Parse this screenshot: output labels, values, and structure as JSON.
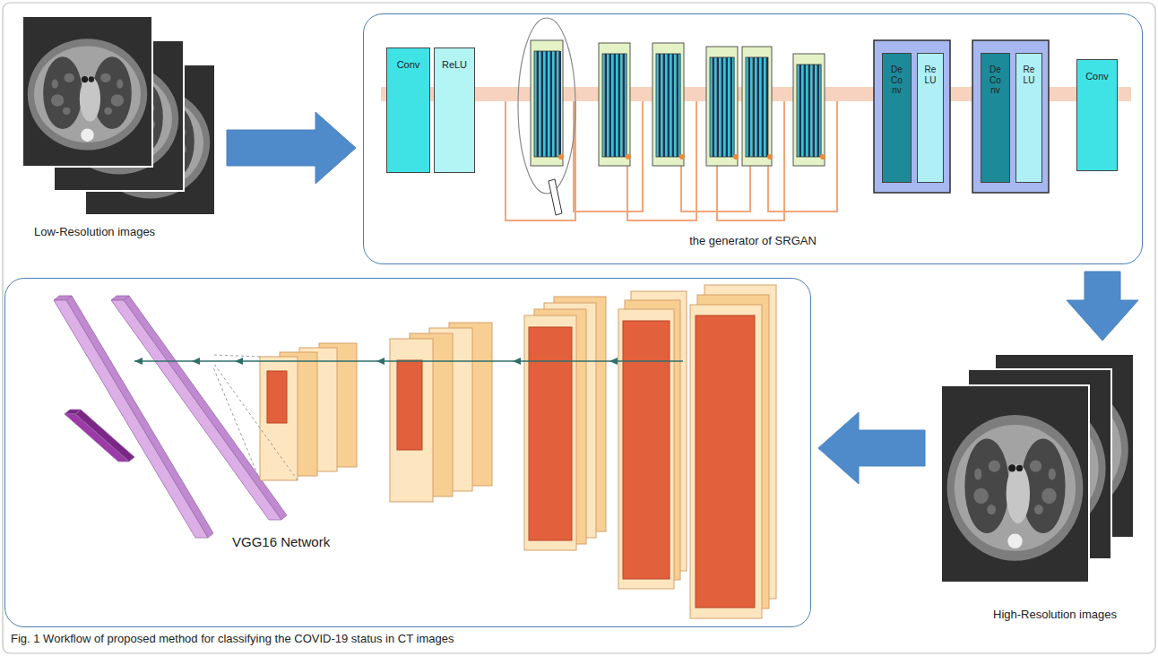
{
  "diagram": {
    "caption": "Fig. 1 Workflow of proposed method for classifying the COVID-19 status in CT images",
    "nodes": [
      {
        "text": [
          "Low-Resolution images"
        ]
      },
      {
        "text": [
          "the generator of SRGAN"
        ]
      },
      {
        "text": [
          "Conv"
        ],
        "in": 1
      },
      {
        "text": [
          "ReLU"
        ],
        "in": 1
      },
      {
        "text": [
          "De Co nv"
        ],
        "in": 1
      },
      {
        "text": [
          "Re LU"
        ],
        "in": 1
      },
      {
        "text": [
          "De Co nv"
        ],
        "in": 1
      },
      {
        "text": [
          "Re LU"
        ],
        "in": 1
      },
      {
        "text": [
          "Conv"
        ],
        "in": 1
      },
      {
        "text": [
          "High-Resolution images"
        ]
      },
      {
        "text": [
          "VGG16 Network"
        ]
      }
    ],
    "edges": [
      {
        "from": 0,
        "to": 1,
        "arrow": "to"
      },
      {
        "from": 1,
        "to": 9,
        "arrow": "to"
      },
      {
        "from": 9,
        "to": 10,
        "arrow": "to"
      }
    ]
  }
}
